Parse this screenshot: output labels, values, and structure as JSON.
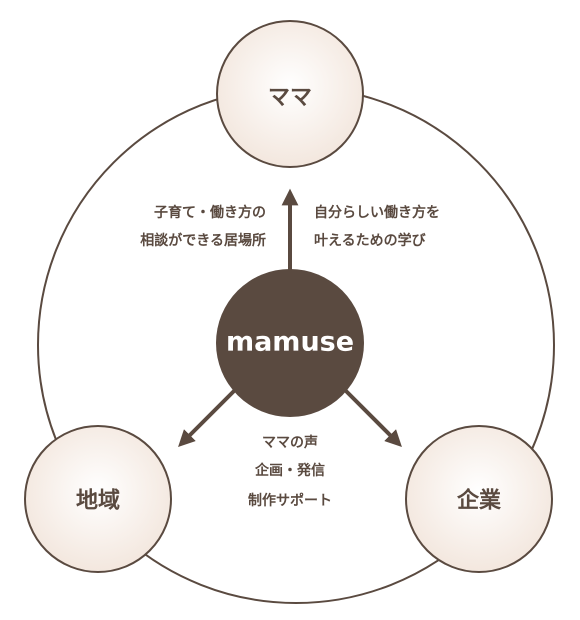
{
  "nodes": {
    "mama": "ママ",
    "region": "地域",
    "company": "企業",
    "center": "mamuse"
  },
  "descriptions": {
    "left_top": [
      "子育て・働き方の",
      "相談ができる居場所"
    ],
    "right_top": [
      "自分らしい働き方を",
      "叶えるための学び"
    ],
    "bottom": [
      "ママの声",
      "企画・発信",
      "制作サポート"
    ]
  },
  "colors": {
    "outline": "#5a4a40",
    "node_fill": "#f6ede6",
    "center_fill": "#5a4a40",
    "text": "#5a4a40"
  }
}
